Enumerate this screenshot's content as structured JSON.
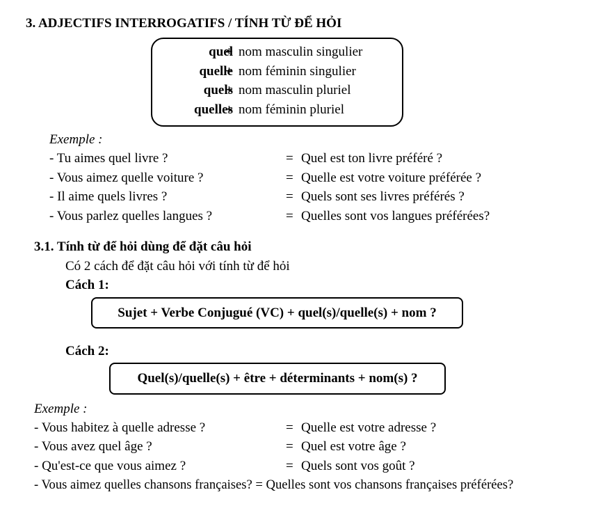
{
  "section_title": "3. ADJECTIFS INTERROGATIFS / TÍNH TỪ ĐỂ HỎI",
  "forms": [
    {
      "word": "quel",
      "plus": "+",
      "desc": "nom masculin singulier"
    },
    {
      "word": "quelle",
      "plus": "+",
      "desc": "nom féminin singulier"
    },
    {
      "word": "quels",
      "plus": "+",
      "desc": "nom masculin pluriel"
    },
    {
      "word": "quelles",
      "plus": "+",
      "desc": "nom féminin pluriel"
    }
  ],
  "example1": {
    "label": "Exemple :",
    "rows": [
      {
        "q": "- Tu aimes quel livre ?",
        "eq": "=",
        "a": "Quel est ton livre préféré ?"
      },
      {
        "q": "- Vous aimez quelle voiture ?",
        "eq": "=",
        "a": "Quelle est votre voiture préférée ?"
      },
      {
        "q": "- Il aime quels livres ?",
        "eq": "=",
        "a": "Quels sont ses livres préférés ?"
      },
      {
        "q": "- Vous parlez quelles langues ?",
        "eq": "=",
        "a": "Quelles sont vos langues préférées?"
      }
    ]
  },
  "subsection": {
    "title": "3.1.  Tính từ để hỏi dùng để đặt câu hỏi",
    "intro": "Có 2 cách để đặt câu hỏi với tính từ để hỏi",
    "cach1_label": "Cách 1:",
    "cach1_formula": "Sujet + Verbe Conjugué (VC) + quel(s)/quelle(s) + nom ?",
    "cach2_label": "Cách 2:",
    "cach2_formula": "Quel(s)/quelle(s) + être + déterminants + nom(s) ?"
  },
  "example2": {
    "label": "Exemple :",
    "rows": [
      {
        "q": "- Vous habitez à quelle adresse ?",
        "eq": "=",
        "a": "Quelle est votre adresse ?"
      },
      {
        "q": "- Vous avez quel âge ?",
        "eq": "=",
        "a": "Quel est votre âge ?"
      },
      {
        "q": "- Qu'est-ce que vous aimez ?",
        "eq": "=",
        "a": "Quels sont vos goût ?"
      }
    ],
    "last_row": "- Vous aimez quelles chansons françaises?  = Quelles sont vos chansons françaises préférées?"
  }
}
